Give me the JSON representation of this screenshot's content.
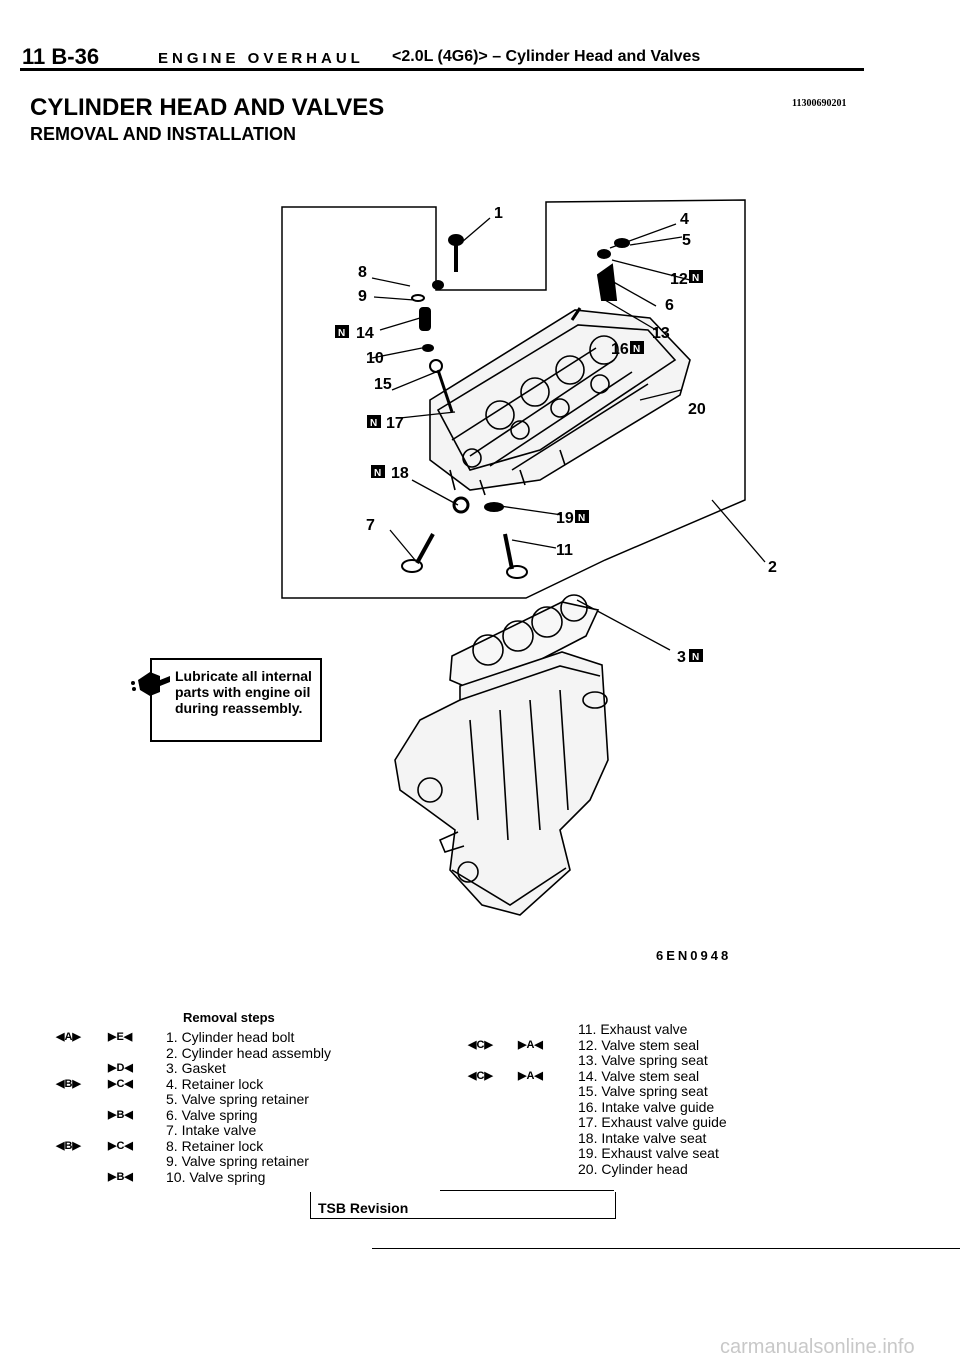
{
  "header": {
    "page_ref": "11 B-36",
    "section": "ENGINE OVERHAUL",
    "subsection": "<2.0L (4G6)> – Cylinder Head and Valves"
  },
  "title": "CYLINDER HEAD AND VALVES",
  "subtitle": "REMOVAL AND INSTALLATION",
  "doc_number": "11300690201",
  "lube_note": "Lubricate all internal parts with engine oil during reassembly.",
  "figure_code": "6EN0948",
  "callouts": [
    "1",
    "4",
    "5",
    "8",
    "9",
    "12",
    "6",
    "14",
    "13",
    "10",
    "16",
    "15",
    "20",
    "17",
    "18",
    "19",
    "7",
    "11",
    "2",
    "3"
  ],
  "new_part_mark": "N",
  "removal_steps_title": "Removal steps",
  "left_steps": [
    {
      "m1": "◀A▶",
      "m2": "▶E◀",
      "text": "1. Cylinder head bolt"
    },
    {
      "m1": "",
      "m2": "",
      "text": "2. Cylinder head assembly"
    },
    {
      "m1": "",
      "m2": "▶D◀",
      "text": "3. Gasket"
    },
    {
      "m1": "◀B▶",
      "m2": "▶C◀",
      "text": "4. Retainer lock"
    },
    {
      "m1": "",
      "m2": "",
      "text": "5. Valve spring retainer"
    },
    {
      "m1": "",
      "m2": "▶B◀",
      "text": "6. Valve spring"
    },
    {
      "m1": "",
      "m2": "",
      "text": "7. Intake valve"
    },
    {
      "m1": "◀B▶",
      "m2": "▶C◀",
      "text": "8. Retainer lock"
    },
    {
      "m1": "",
      "m2": "",
      "text": "9. Valve spring retainer"
    },
    {
      "m1": "",
      "m2": "▶B◀",
      "text": "10. Valve spring"
    }
  ],
  "right_steps": [
    {
      "m1": "",
      "m2": "",
      "text": "11. Exhaust valve"
    },
    {
      "m1": "◀C▶",
      "m2": "▶A◀",
      "text": "12. Valve stem seal"
    },
    {
      "m1": "",
      "m2": "",
      "text": "13. Valve spring seat"
    },
    {
      "m1": "◀C▶",
      "m2": "▶A◀",
      "text": "14. Valve stem seal"
    },
    {
      "m1": "",
      "m2": "",
      "text": "15. Valve spring seat"
    },
    {
      "m1": "",
      "m2": "",
      "text": "16. Intake valve guide"
    },
    {
      "m1": "",
      "m2": "",
      "text": "17. Exhaust valve guide"
    },
    {
      "m1": "",
      "m2": "",
      "text": "18. Intake valve seat"
    },
    {
      "m1": "",
      "m2": "",
      "text": "19. Exhaust valve seat"
    },
    {
      "m1": "",
      "m2": "",
      "text": "20. Cylinder head"
    }
  ],
  "tsb_label": "TSB Revision",
  "watermark": "carmanualsonline.info"
}
